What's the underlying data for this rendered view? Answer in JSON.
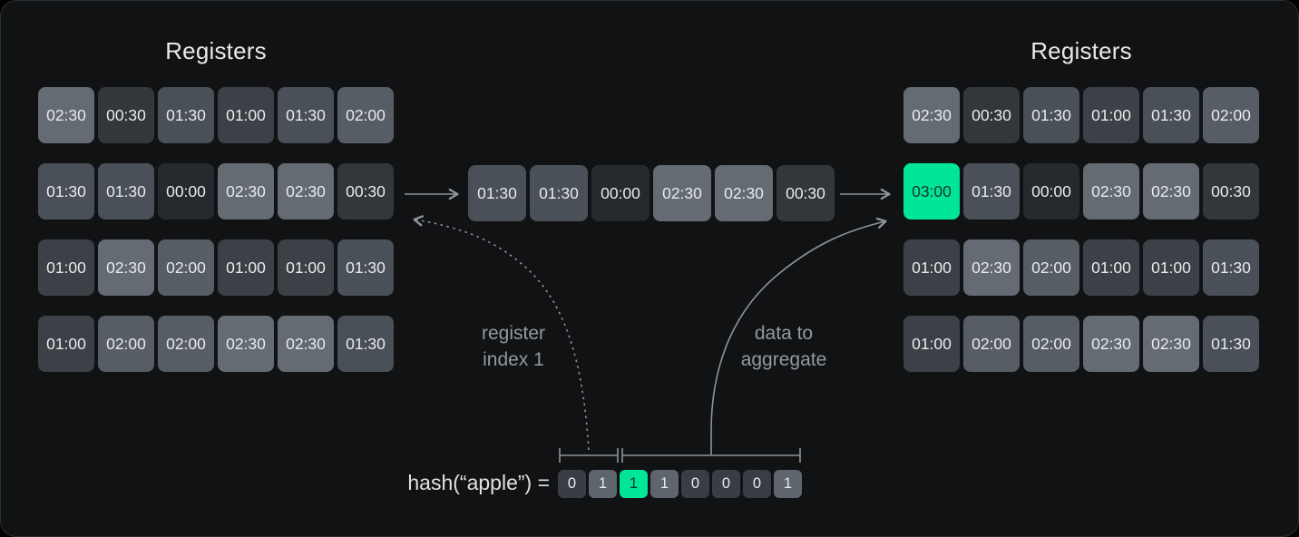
{
  "left_registers": {
    "title": "Registers",
    "rows": [
      [
        "02:30",
        "00:30",
        "01:30",
        "01:00",
        "01:30",
        "02:00"
      ],
      [
        "01:30",
        "01:30",
        "00:00",
        "02:30",
        "02:30",
        "00:30"
      ],
      [
        "01:00",
        "02:30",
        "02:00",
        "01:00",
        "01:00",
        "01:30"
      ],
      [
        "01:00",
        "02:00",
        "02:00",
        "02:30",
        "02:30",
        "01:30"
      ]
    ]
  },
  "incoming_registers": {
    "cells": [
      "01:30",
      "01:30",
      "00:00",
      "02:30",
      "02:30",
      "00:30"
    ]
  },
  "right_registers": {
    "title": "Registers",
    "rows": [
      [
        "02:30",
        "00:30",
        "01:30",
        "01:00",
        "01:30",
        "02:00"
      ],
      [
        "03:00",
        "01:30",
        "00:00",
        "02:30",
        "02:30",
        "00:30"
      ],
      [
        "01:00",
        "02:30",
        "02:00",
        "01:00",
        "01:00",
        "01:30"
      ],
      [
        "01:00",
        "02:00",
        "02:00",
        "02:30",
        "02:30",
        "01:30"
      ]
    ],
    "highlight": {
      "row": 1,
      "col": 0
    }
  },
  "annotations": {
    "register_index_line1": "register",
    "register_index_line2": "index 1",
    "data_line1": "data to",
    "data_line2": "aggregate"
  },
  "hash": {
    "prefix": "hash(“apple”) =",
    "bits": [
      "0",
      "1",
      "1",
      "1",
      "0",
      "0",
      "0",
      "1"
    ],
    "highlight_index": 2
  },
  "colors": {
    "page_background": "#000000",
    "card_background": "#111214",
    "card_border": "#2c2f33",
    "title_text": "#e7e9eb",
    "cell_text": "#e9ebed",
    "highlight": "#00e599",
    "highlight_text": "#14382a",
    "label_text": "#94999e",
    "arrow": "#8f9499",
    "value_colors": {
      "00:00": "#26292d",
      "00:30": "#33363b",
      "01:00": "#3d4147",
      "01:30": "#4a5057",
      "02:00": "#575d65",
      "02:30": "#646b73",
      "03:00": "#00e599"
    },
    "bit_colors": {
      "0": "#3a3e44",
      "1": "#5e656d"
    }
  }
}
